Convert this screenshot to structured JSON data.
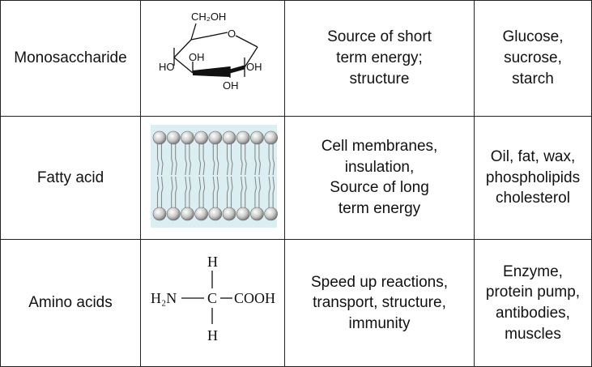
{
  "rows": [
    {
      "name": "Monosaccharide",
      "structure": {
        "labels": {
          "ch2oh": "CH₂OH",
          "o": "O",
          "oh1": "OH",
          "oh2": "OH",
          "oh3": "OH",
          "ho": "HO"
        }
      },
      "function_lines": [
        "Source of short",
        "term energy;",
        "structure"
      ],
      "example_lines": [
        "Glucose,",
        "sucrose,",
        "starch"
      ]
    },
    {
      "name": "Fatty acid",
      "structure": {
        "heads_per_row": 9
      },
      "function_lines": [
        "Cell membranes,",
        "insulation,",
        "Source of long",
        "term energy"
      ],
      "example_lines": [
        "Oil, fat, wax,",
        "phospholipids",
        "cholesterol"
      ]
    },
    {
      "name": "Amino acids",
      "structure": {
        "labels": {
          "h_top": "H",
          "h_bottom": "H",
          "left": "H₂N",
          "carbon": "C",
          "right": "COOH"
        }
      },
      "function_lines": [
        "Speed up reactions,",
        "transport, structure,",
        "immunity"
      ],
      "example_lines": [
        "Enzyme,",
        "protein pump,",
        "antibodies,",
        "muscles"
      ]
    }
  ]
}
